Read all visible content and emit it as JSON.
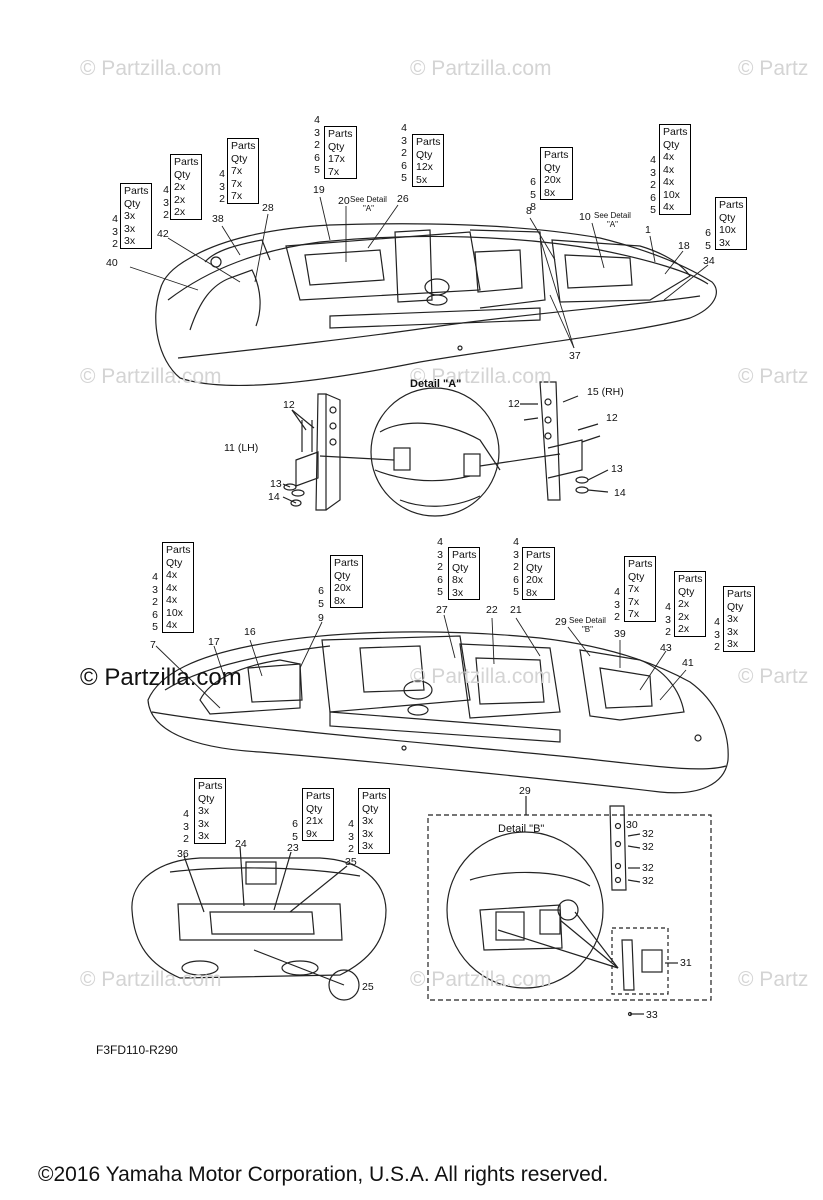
{
  "watermarks": [
    "© Partzilla.com",
    "© Partzilla.com",
    "© Partz",
    "© Partzilla.com",
    "© Partzilla.com",
    "© Partz",
    "© Partzilla.com",
    "© Partz",
    "© Partzilla.com",
    "© Partzilla.com",
    "© Partz"
  ],
  "watermark_bold": "© Partzilla.com",
  "qty_header_1": "Parts",
  "qty_header_2": "Qty",
  "boxes": [
    {
      "idx": [
        "4",
        "3",
        "2"
      ],
      "vals": [
        "3x",
        "3x",
        "3x"
      ]
    },
    {
      "idx": [
        "4",
        "3",
        "2"
      ],
      "vals": [
        "2x",
        "2x",
        "2x"
      ]
    },
    {
      "idx": [
        "4",
        "3",
        "2"
      ],
      "vals": [
        "7x",
        "7x",
        "7x"
      ]
    },
    {
      "idx": [
        "4",
        "3",
        "2",
        "6",
        "5"
      ],
      "vals": [
        "17x",
        "7x"
      ]
    },
    {
      "idx": [
        "4",
        "3",
        "2",
        "6",
        "5"
      ],
      "vals": [
        "12x",
        "5x"
      ]
    },
    {
      "idx": [
        "6",
        "5",
        "8"
      ],
      "vals": [
        "20x",
        "8x"
      ]
    },
    {
      "idx": [
        "4",
        "3",
        "2",
        "6",
        "5"
      ],
      "vals": [
        "4x",
        "4x",
        "4x",
        "10x",
        "4x"
      ]
    },
    {
      "idx": [
        "6",
        "5"
      ],
      "vals": [
        "10x",
        "3x"
      ]
    },
    {
      "idx": [
        "4",
        "3",
        "2",
        "6",
        "5"
      ],
      "vals": [
        "4x",
        "4x",
        "4x",
        "10x",
        "4x"
      ]
    },
    {
      "idx": [
        "6",
        "5"
      ],
      "vals": [
        "20x",
        "8x"
      ]
    },
    {
      "idx": [
        "4",
        "3",
        "2",
        "6",
        "5"
      ],
      "vals": [
        "8x",
        "3x"
      ]
    },
    {
      "idx": [
        "4",
        "3",
        "2",
        "6",
        "5"
      ],
      "vals": [
        "20x",
        "8x"
      ]
    },
    {
      "idx": [
        "4",
        "3",
        "2"
      ],
      "vals": [
        "7x",
        "7x",
        "7x"
      ]
    },
    {
      "idx": [
        "4",
        "3",
        "2"
      ],
      "vals": [
        "2x",
        "2x",
        "2x"
      ]
    },
    {
      "idx": [
        "4",
        "3",
        "2"
      ],
      "vals": [
        "3x",
        "3x",
        "3x"
      ]
    },
    {
      "idx": [
        "4",
        "3",
        "2"
      ],
      "vals": [
        "3x",
        "3x",
        "3x"
      ]
    },
    {
      "idx": [
        "6",
        "5"
      ],
      "vals": [
        "21x",
        "9x"
      ]
    },
    {
      "idx": [
        "4",
        "3",
        "2"
      ],
      "vals": [
        "3x",
        "3x",
        "3x"
      ]
    }
  ],
  "callouts": {
    "c40": "40",
    "c42": "42",
    "c38": "38",
    "c28": "28",
    "c19": "19",
    "c20": "20",
    "see_detail_a_1": "See Detail",
    "detail_a_1": "\"A\"",
    "c26": "26",
    "c8": "8",
    "c10": "10",
    "see_detail_a_2": "See Detail",
    "detail_a_2": "\"A\"",
    "c1": "1",
    "c18": "18",
    "c34": "34",
    "c37": "37",
    "detail_a_title": "Detail \"A\"",
    "c12a": "12",
    "c11": "11 (LH)",
    "c13a": "13",
    "c14a": "14",
    "c12b": "12",
    "c15": "15 (RH)",
    "c12c": "12",
    "c13b": "13",
    "c14b": "14",
    "c7": "7",
    "c17": "17",
    "c16": "16",
    "c9": "9",
    "c27": "27",
    "c22": "22",
    "c21": "21",
    "c29a": "29",
    "see_detail_b": "See Detail",
    "detail_b": "\"B\"",
    "c39": "39",
    "c43": "43",
    "c41": "41",
    "c36": "36",
    "c24": "24",
    "c23": "23",
    "c35": "35",
    "c25": "25",
    "c29b": "29",
    "detail_b_title": "Detail \"B\"",
    "c30": "30",
    "c32a": "32",
    "c32b": "32",
    "c32c": "32",
    "c32d": "32",
    "c31": "31",
    "c33": "33"
  },
  "figure_code": "F3FD110-R290",
  "copyright": "©2016  Yamaha Motor Corporation, U.S.A. All rights reserved."
}
